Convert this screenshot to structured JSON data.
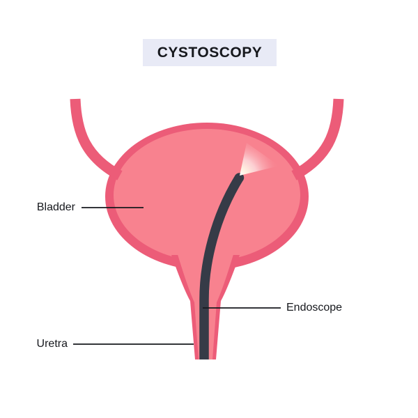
{
  "title": {
    "label": "CYSTOSCOPY"
  },
  "labels": {
    "bladder": "Bladder",
    "endoscope": "Endoscope",
    "urethra": "Uretra"
  },
  "colors": {
    "background": "#FFFFFF",
    "title_box_bg": "#E8EAF6",
    "title_text": "#16181D",
    "label_text": "#16181D",
    "leader_line": "#16181D",
    "bladder_border": "#EC5C78",
    "bladder_fill": "#F8828F",
    "endoscope": "#363B47",
    "beam_core": "#FFFFFF",
    "beam_warm": "#FFF0E1"
  }
}
